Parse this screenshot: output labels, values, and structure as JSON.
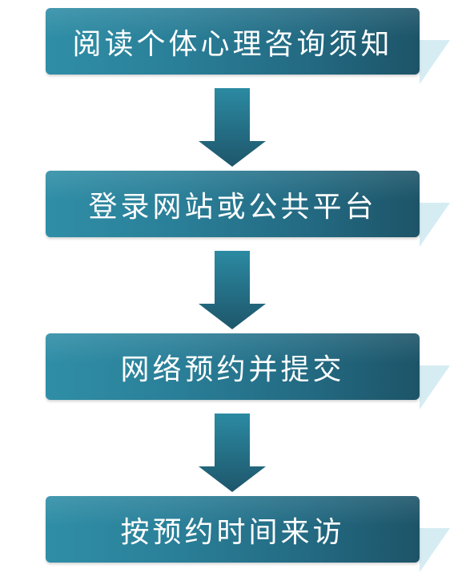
{
  "steps": [
    {
      "label": "阅读个体心理咨询须知"
    },
    {
      "label": "登录网站或公共平台"
    },
    {
      "label": "网络预约并提交"
    },
    {
      "label": "按预约时间来访"
    }
  ],
  "colors": {
    "box_light": "#2f8ea6",
    "box_dark": "#1d5468",
    "arrow_light": "#2b8aa2",
    "arrow_dark": "#1e566b",
    "shadow": "#d6ecf3",
    "text": "#ffffff"
  },
  "icons": {
    "connector": "down-arrow-icon"
  }
}
